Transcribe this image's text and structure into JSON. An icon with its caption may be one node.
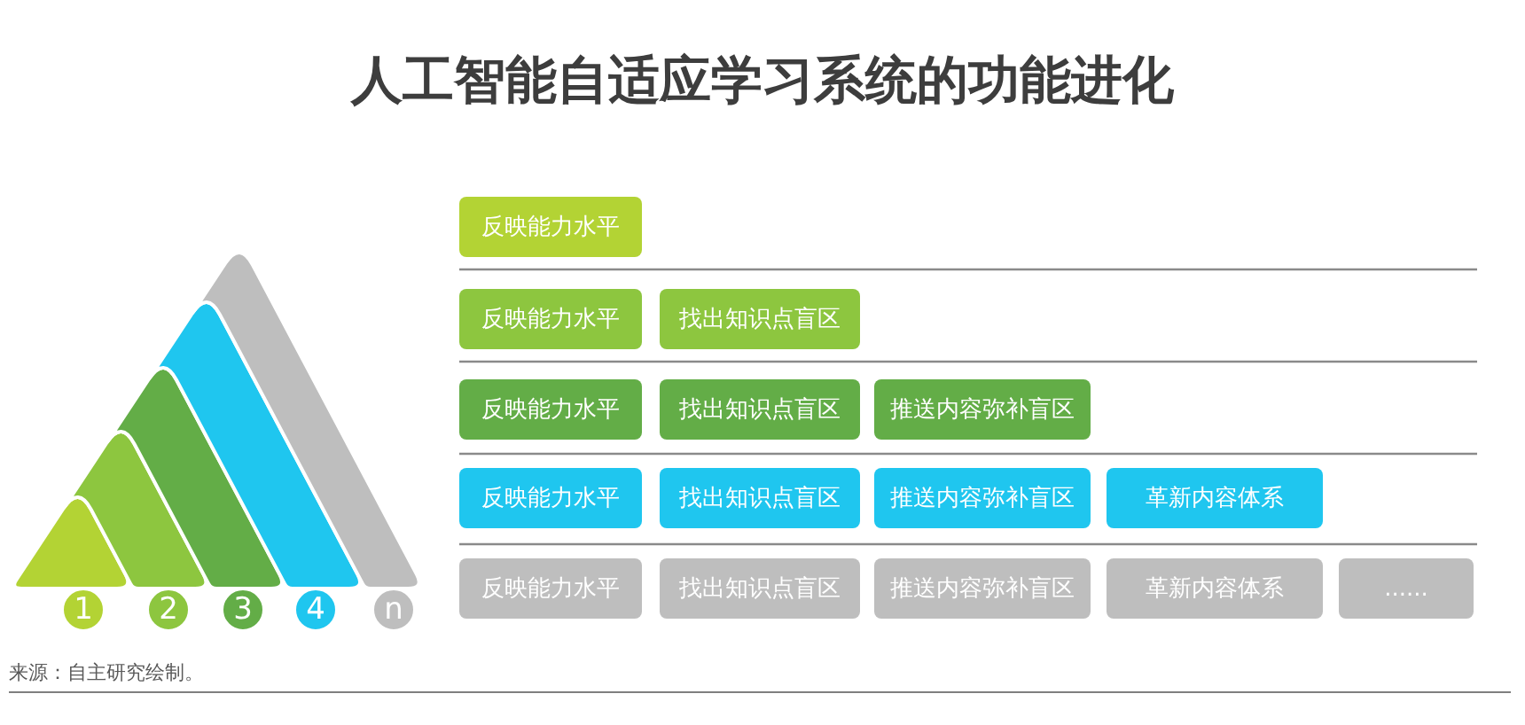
{
  "diagram": {
    "title": "人工智能自适应学习系统的功能进化",
    "nodes": [
      {
        "text": [],
        "shape": "triangle"
      },
      {
        "text": [],
        "shape": "triangle"
      },
      {
        "text": [],
        "shape": "triangle"
      },
      {
        "text": [],
        "shape": "triangle"
      },
      {
        "text": [],
        "shape": "triangle"
      },
      {
        "text": [
          "1"
        ]
      },
      {
        "text": [
          "2"
        ]
      },
      {
        "text": [
          "3"
        ]
      },
      {
        "text": [
          "4"
        ]
      },
      {
        "text": [
          "n"
        ]
      },
      {
        "text": [
          "反映能力水平"
        ]
      },
      {
        "text": [
          "反映能力水平"
        ]
      },
      {
        "text": [
          "找出知识点盲区"
        ]
      },
      {
        "text": [
          "反映能力水平"
        ]
      },
      {
        "text": [
          "找出知识点盲区"
        ]
      },
      {
        "text": [
          "推送内容弥补盲区"
        ]
      },
      {
        "text": [
          "反映能力水平"
        ]
      },
      {
        "text": [
          "找出知识点盲区"
        ]
      },
      {
        "text": [
          "推送内容弥补盲区"
        ]
      },
      {
        "text": [
          "革新内容体系"
        ]
      },
      {
        "text": [
          "反映能力水平"
        ]
      },
      {
        "text": [
          "找出知识点盲区"
        ]
      },
      {
        "text": [
          "推送内容弥补盲区"
        ]
      },
      {
        "text": [
          "革新内容体系"
        ]
      },
      {
        "text": [
          "......"
        ]
      }
    ],
    "labels": [
      "来源：自主研究绘制。"
    ]
  }
}
